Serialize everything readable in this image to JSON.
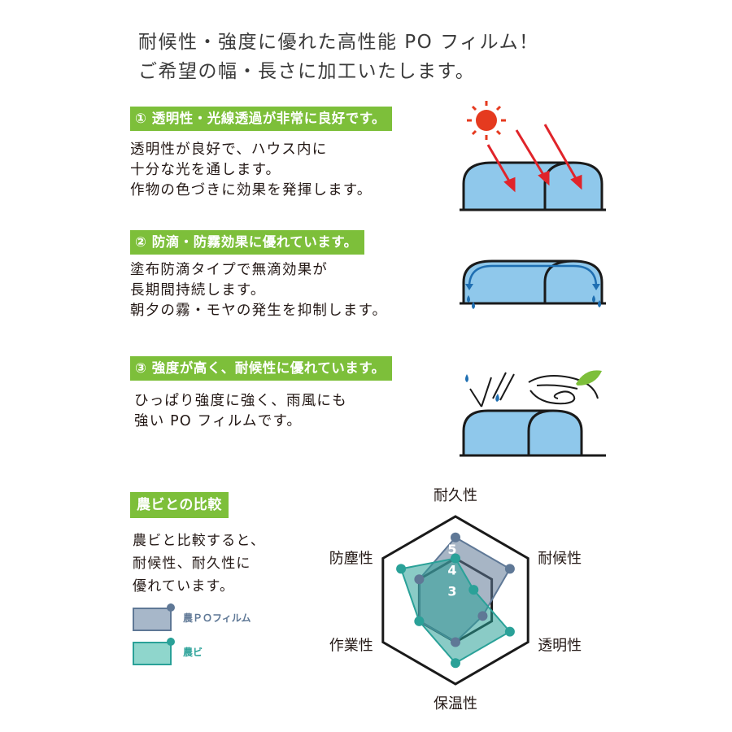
{
  "headline": {
    "line1": "耐候性・強度に優れた高性能 PO フィルム！",
    "line2": "ご希望の幅・長さに加工いたします。"
  },
  "features": [
    {
      "badge": "① 透明性・光線透過が非常に良好です。",
      "lines": [
        "透明性が良好で、ハウス内に",
        "十分な光を通します。",
        "作物の色づきに効果を発揮します。"
      ],
      "icon": "sunlight-greenhouse-icon"
    },
    {
      "badge": "② 防滴・防霧効果に優れています。",
      "lines": [
        "塗布防滴タイプで無滴効果が",
        "長期間持続します。",
        "朝夕の霧・モヤの発生を抑制します。"
      ],
      "icon": "anti-drip-greenhouse-icon"
    },
    {
      "badge": "③ 強度が高く、耐候性に優れています。",
      "lines": [
        "ひっぱり強度に強く、雨風にも",
        "強い PO フィルムです。"
      ],
      "icon": "weather-resistant-greenhouse-icon"
    }
  ],
  "comparison": {
    "badge": "農ビとの比較",
    "lines": [
      "農ビと比較すると、",
      "耐候性、耐久性に",
      "優れています。"
    ],
    "legend": [
      {
        "label": "農ＰＯフィルム",
        "color": "#5f7896"
      },
      {
        "label": "農ビ",
        "color": "#2aa198"
      }
    ]
  },
  "chart_data": {
    "type": "radar",
    "axes": [
      "耐久性",
      "耐候性",
      "透明性",
      "保温性",
      "作業性",
      "防塵性"
    ],
    "ticks": [
      "3",
      "4",
      "5"
    ],
    "range": [
      2,
      6
    ],
    "series": [
      {
        "name": "農ＰＯフィルム",
        "values": [
          5.0,
          5.0,
          3.5,
          4.0,
          4.0,
          4.0
        ],
        "color": "#5f7896"
      },
      {
        "name": "農ビ",
        "values": [
          4.0,
          3.0,
          5.0,
          5.0,
          4.0,
          5.0
        ],
        "color": "#2aa198"
      }
    ]
  },
  "colors": {
    "badge_green": "#7dbf3a",
    "sun_red": "#e53a1f",
    "greenhouse_blue": "#8fc8eb",
    "drop_blue": "#1f6fb2",
    "leaf_green": "#7dbf3a"
  }
}
